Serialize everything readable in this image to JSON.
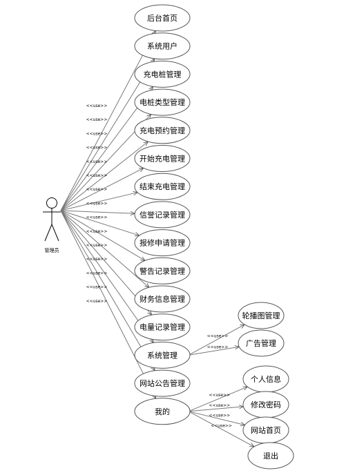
{
  "actor": {
    "label": "管理员"
  },
  "stereotype": "<<use>>",
  "use_cases": [
    {
      "id": "home",
      "label": "后台首页"
    },
    {
      "id": "sys-user",
      "label": "系统用户"
    },
    {
      "id": "pile",
      "label": "充电桩管理"
    },
    {
      "id": "pile-type",
      "label": "电桩类型管理"
    },
    {
      "id": "reserve",
      "label": "充电预约管理"
    },
    {
      "id": "start",
      "label": "开始充电管理"
    },
    {
      "id": "end",
      "label": "结束充电管理"
    },
    {
      "id": "credit",
      "label": "信誉记录管理"
    },
    {
      "id": "repair",
      "label": "报修申请管理"
    },
    {
      "id": "alarm",
      "label": "警告记录管理"
    },
    {
      "id": "finance",
      "label": "财务信息管理"
    },
    {
      "id": "power",
      "label": "电量记录管理"
    },
    {
      "id": "system",
      "label": "系统管理",
      "children": [
        {
          "label": "轮播图管理"
        },
        {
          "label": "广告管理"
        }
      ]
    },
    {
      "id": "notice",
      "label": "网站公告管理"
    },
    {
      "id": "mine",
      "label": "我的",
      "children": [
        {
          "label": "个人信息"
        },
        {
          "label": "修改密码"
        },
        {
          "label": "网站首页"
        },
        {
          "label": "退出"
        }
      ]
    }
  ]
}
